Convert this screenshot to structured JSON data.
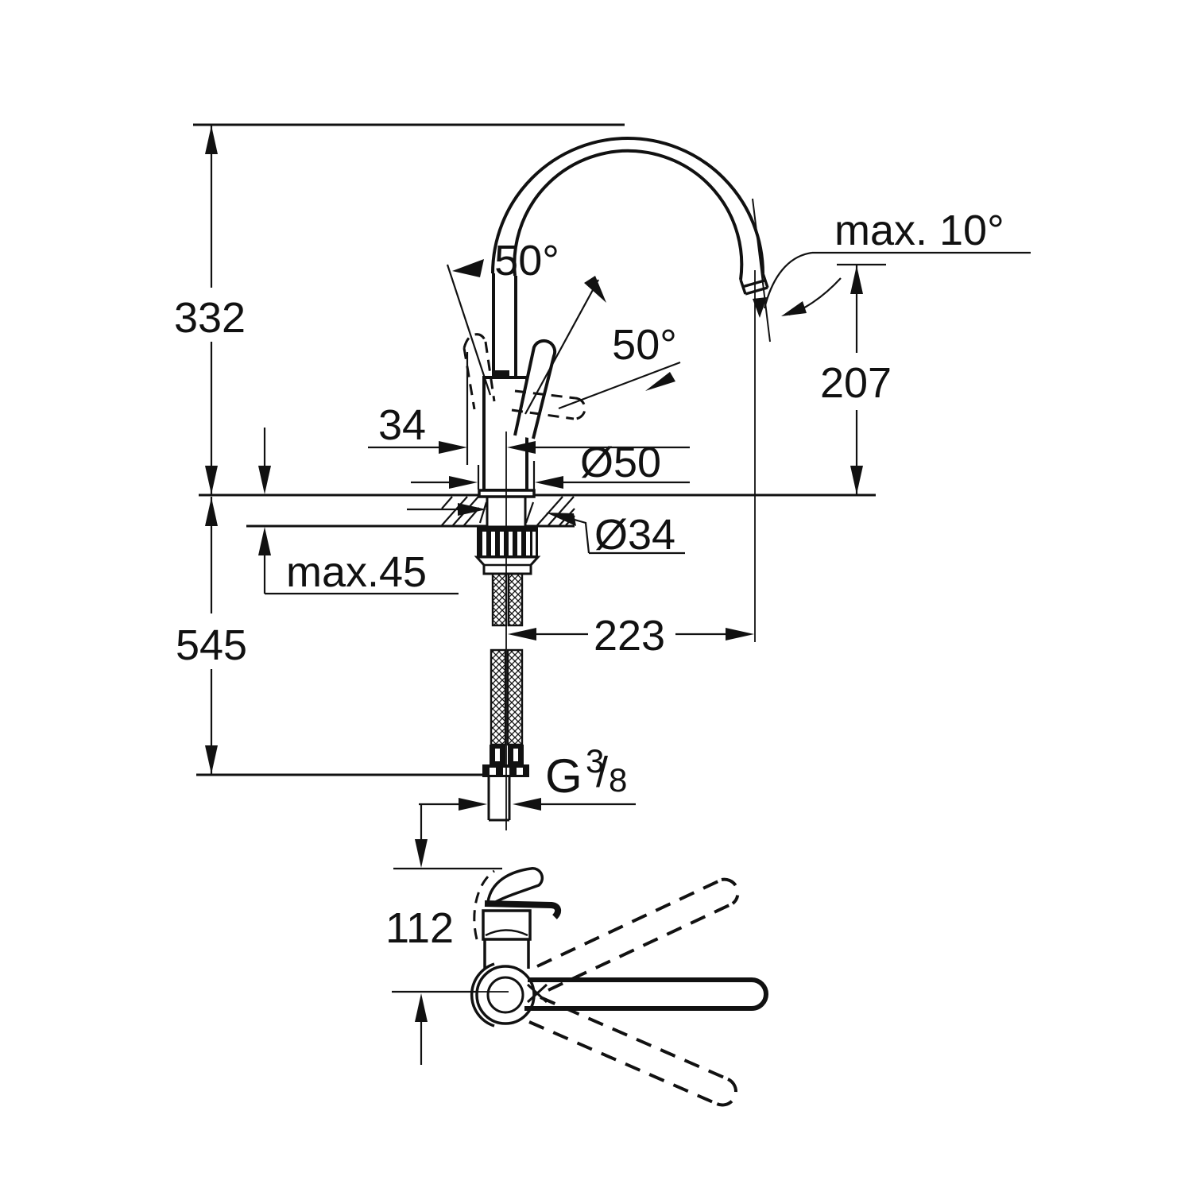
{
  "title": "Kitchen faucet technical dimension drawing",
  "colors": {
    "ink": "#111111",
    "background": "#ffffff"
  },
  "side_view": {
    "height_above_deck": "332",
    "total_height": "545",
    "deck_max_thickness": "max.45",
    "handle_center_offset": "34",
    "base_diameter": "Ø50",
    "shank_diameter": "Ø34",
    "spout_reach": "223",
    "outlet_height": "207",
    "spout_tilt_max": "max. 10°",
    "lever_angle_open": "50°",
    "lever_angle_front": "50°",
    "thread_g": "G",
    "thread_numerator": "3",
    "thread_slash": "/",
    "thread_denominator": "8"
  },
  "top_view": {
    "handle_height": "112"
  }
}
